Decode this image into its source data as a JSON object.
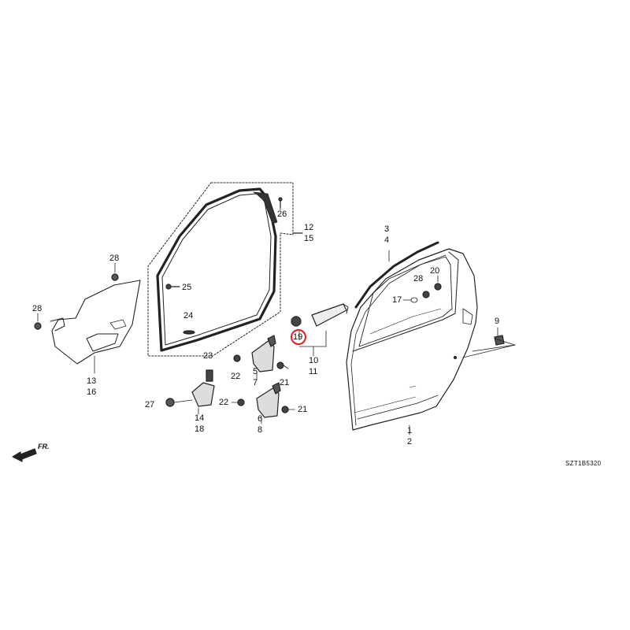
{
  "diagram": {
    "code": "SZT1B5320",
    "direction_label": "FR.",
    "highlight_color": "#e02020",
    "highlighted_part": "19",
    "callouts": {
      "c1": "1",
      "c2": "2",
      "c3": "3",
      "c4": "4",
      "c5": "5",
      "c6": "6",
      "c7": "7",
      "c8": "8",
      "c9": "9",
      "c10": "10",
      "c11": "11",
      "c12": "12",
      "c13": "13",
      "c14": "14",
      "c15": "15",
      "c16": "16",
      "c17": "17",
      "c18": "18",
      "c19": "19",
      "c20": "20",
      "c21a": "21",
      "c21b": "21",
      "c22a": "22",
      "c22b": "22",
      "c23": "23",
      "c24": "24",
      "c25": "25",
      "c26": "26",
      "c27": "27",
      "c28a": "28",
      "c28b": "28",
      "c28c": "28"
    }
  }
}
